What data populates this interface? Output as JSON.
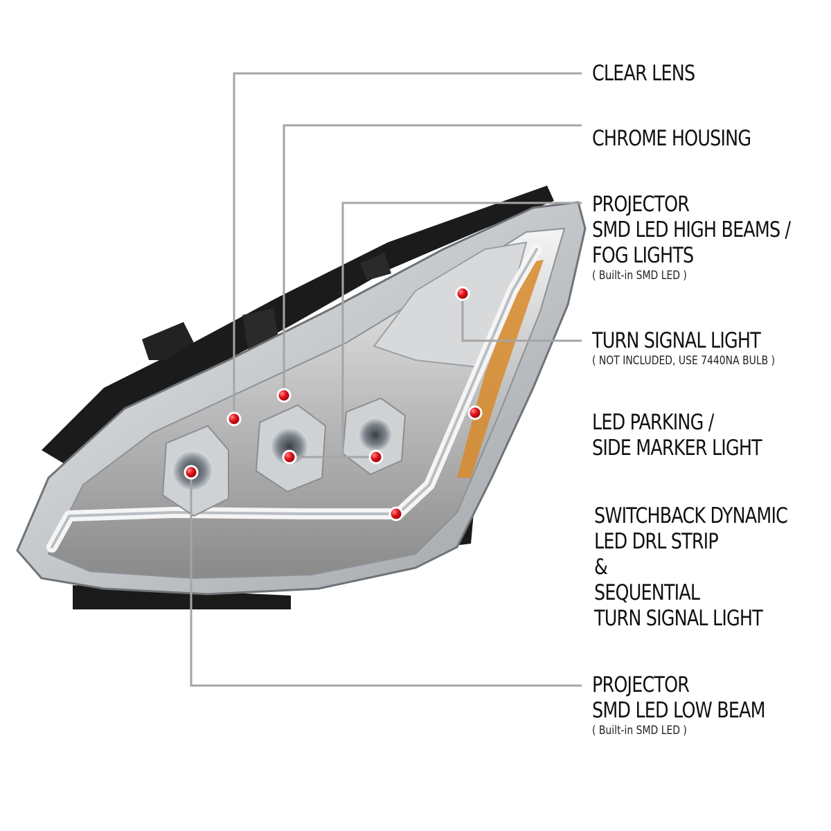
{
  "callouts": [
    {
      "id": "clear-lens",
      "lines": [
        "CLEAR LENS"
      ],
      "note": ""
    },
    {
      "id": "chrome-housing",
      "lines": [
        "CHROME HOUSING"
      ],
      "note": ""
    },
    {
      "id": "projector-high-beams",
      "lines": [
        "PROJECTOR",
        "SMD LED HIGH BEAMS /",
        "FOG LIGHTS"
      ],
      "note": "( Built-in SMD LED )"
    },
    {
      "id": "turn-signal-light",
      "lines": [
        "TURN SIGNAL LIGHT"
      ],
      "note": "( NOT INCLUDED, USE  7440NA  BULB )"
    },
    {
      "id": "led-parking",
      "lines": [
        "LED PARKING /",
        "SIDE MARKER LIGHT"
      ],
      "note": ""
    },
    {
      "id": "switchback-drl",
      "lines": [
        "SWITCHBACK DYNAMIC",
        "LED DRL STRIP",
        "&",
        "SEQUENTIAL",
        "TURN SIGNAL LIGHT"
      ],
      "note": ""
    },
    {
      "id": "projector-low-beam",
      "lines": [
        "PROJECTOR",
        "SMD LED LOW BEAM"
      ],
      "note": "( Built-in SMD LED )"
    }
  ],
  "colors": {
    "leader_line": "#9a9a9a",
    "leader_accent": "#c8121e",
    "marker_dot": "#e0101a",
    "text": "#111111"
  }
}
